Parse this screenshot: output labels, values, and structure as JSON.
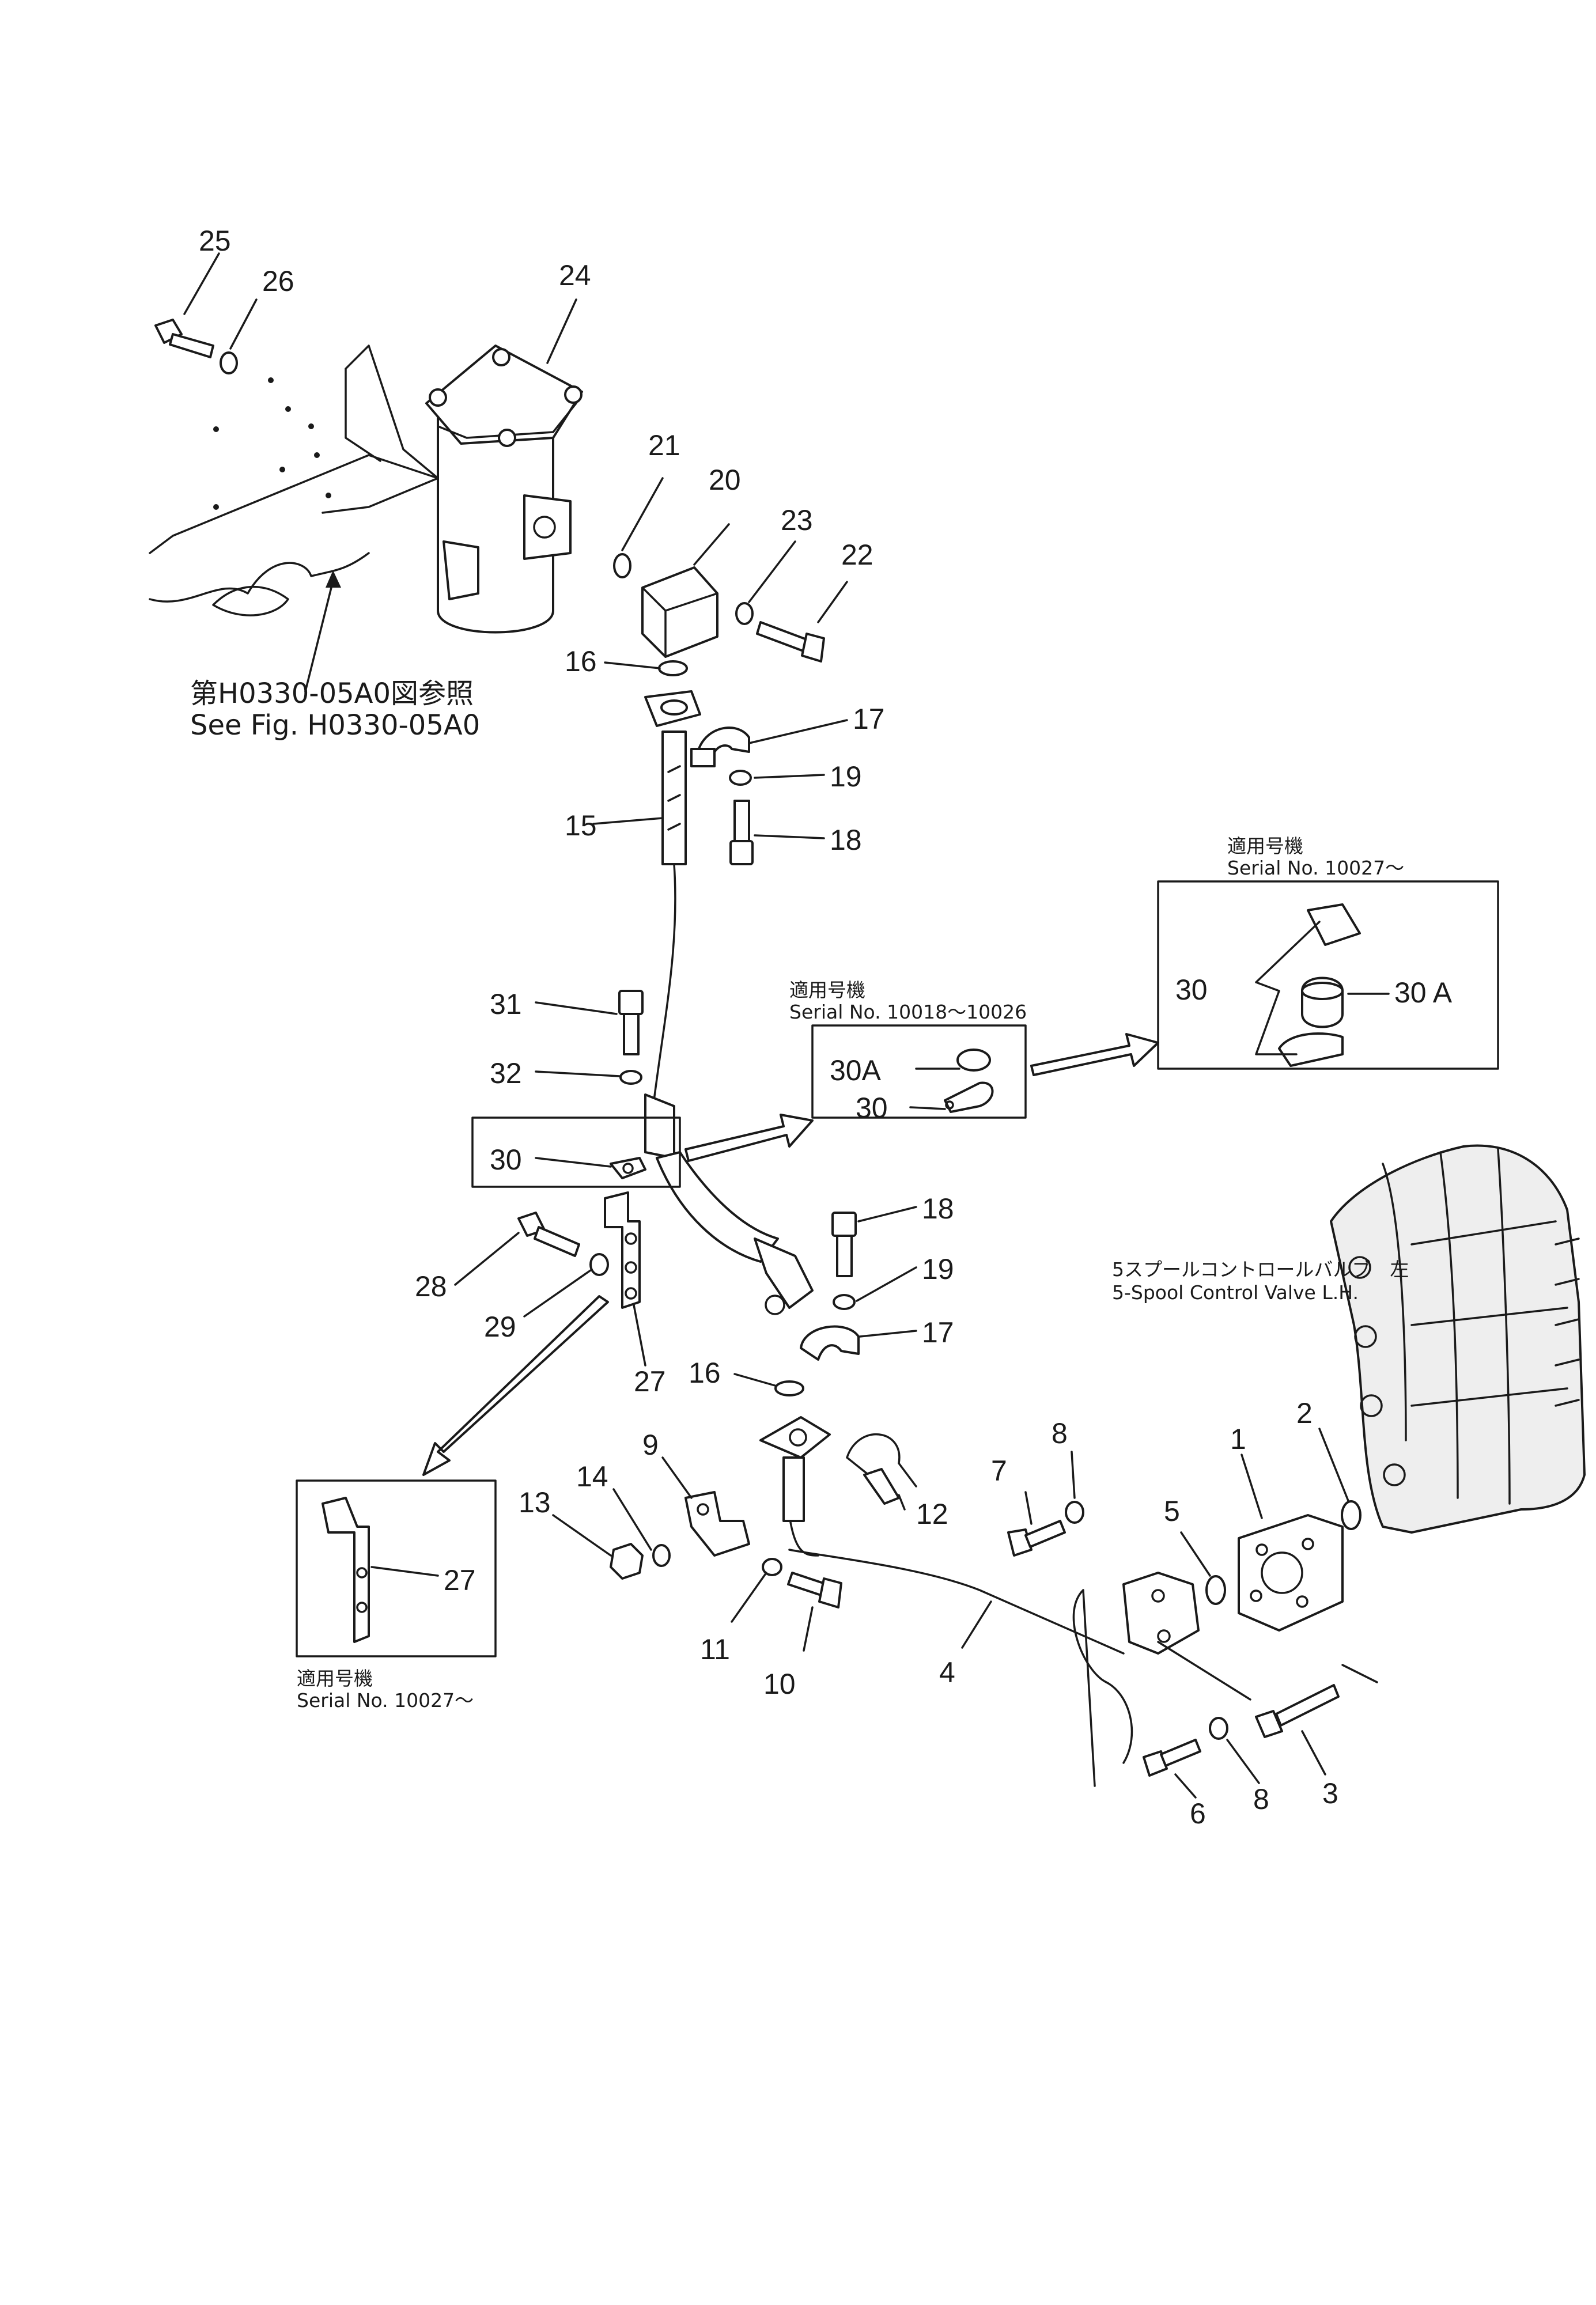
{
  "diagram": {
    "part_numbers": {
      "p1": "1",
      "p2": "2",
      "p3": "3",
      "p4": "4",
      "p5": "5",
      "p6": "6",
      "p7": "7",
      "p8a": "8",
      "p8b": "8",
      "p9": "9",
      "p10": "10",
      "p11": "11",
      "p12": "12",
      "p13": "13",
      "p14": "14",
      "p15": "15",
      "p16a": "16",
      "p16b": "16",
      "p17a": "17",
      "p17b": "17",
      "p18a": "18",
      "p18b": "18",
      "p19a": "19",
      "p19b": "19",
      "p20": "20",
      "p21": "21",
      "p22": "22",
      "p23": "23",
      "p24": "24",
      "p25": "25",
      "p26": "26",
      "p27a": "27",
      "p27b": "27",
      "p28": "28",
      "p29": "29",
      "p30a": "30",
      "p30b": "30",
      "p30c": "30",
      "p30Aa": "30A",
      "p30Ab": "30 A",
      "p31": "31",
      "p32": "32"
    },
    "reference_note": {
      "ja": "第H0330-05A0図参照",
      "en": "See  Fig.  H0330-05A0"
    },
    "inset_middle": {
      "applicable_ja": "適用号機",
      "serial": "Serial  No.  10018〜10026"
    },
    "inset_right": {
      "applicable_ja": "適用号機",
      "serial": "Serial  No.  10027〜"
    },
    "inset_bottom": {
      "applicable_ja": "適用号機",
      "serial": "Serial  No.  10027〜"
    },
    "control_valve": {
      "ja": "5スプールコントロールバルブ　左",
      "en": "5-Spool  Control  Valve  L.H."
    }
  }
}
